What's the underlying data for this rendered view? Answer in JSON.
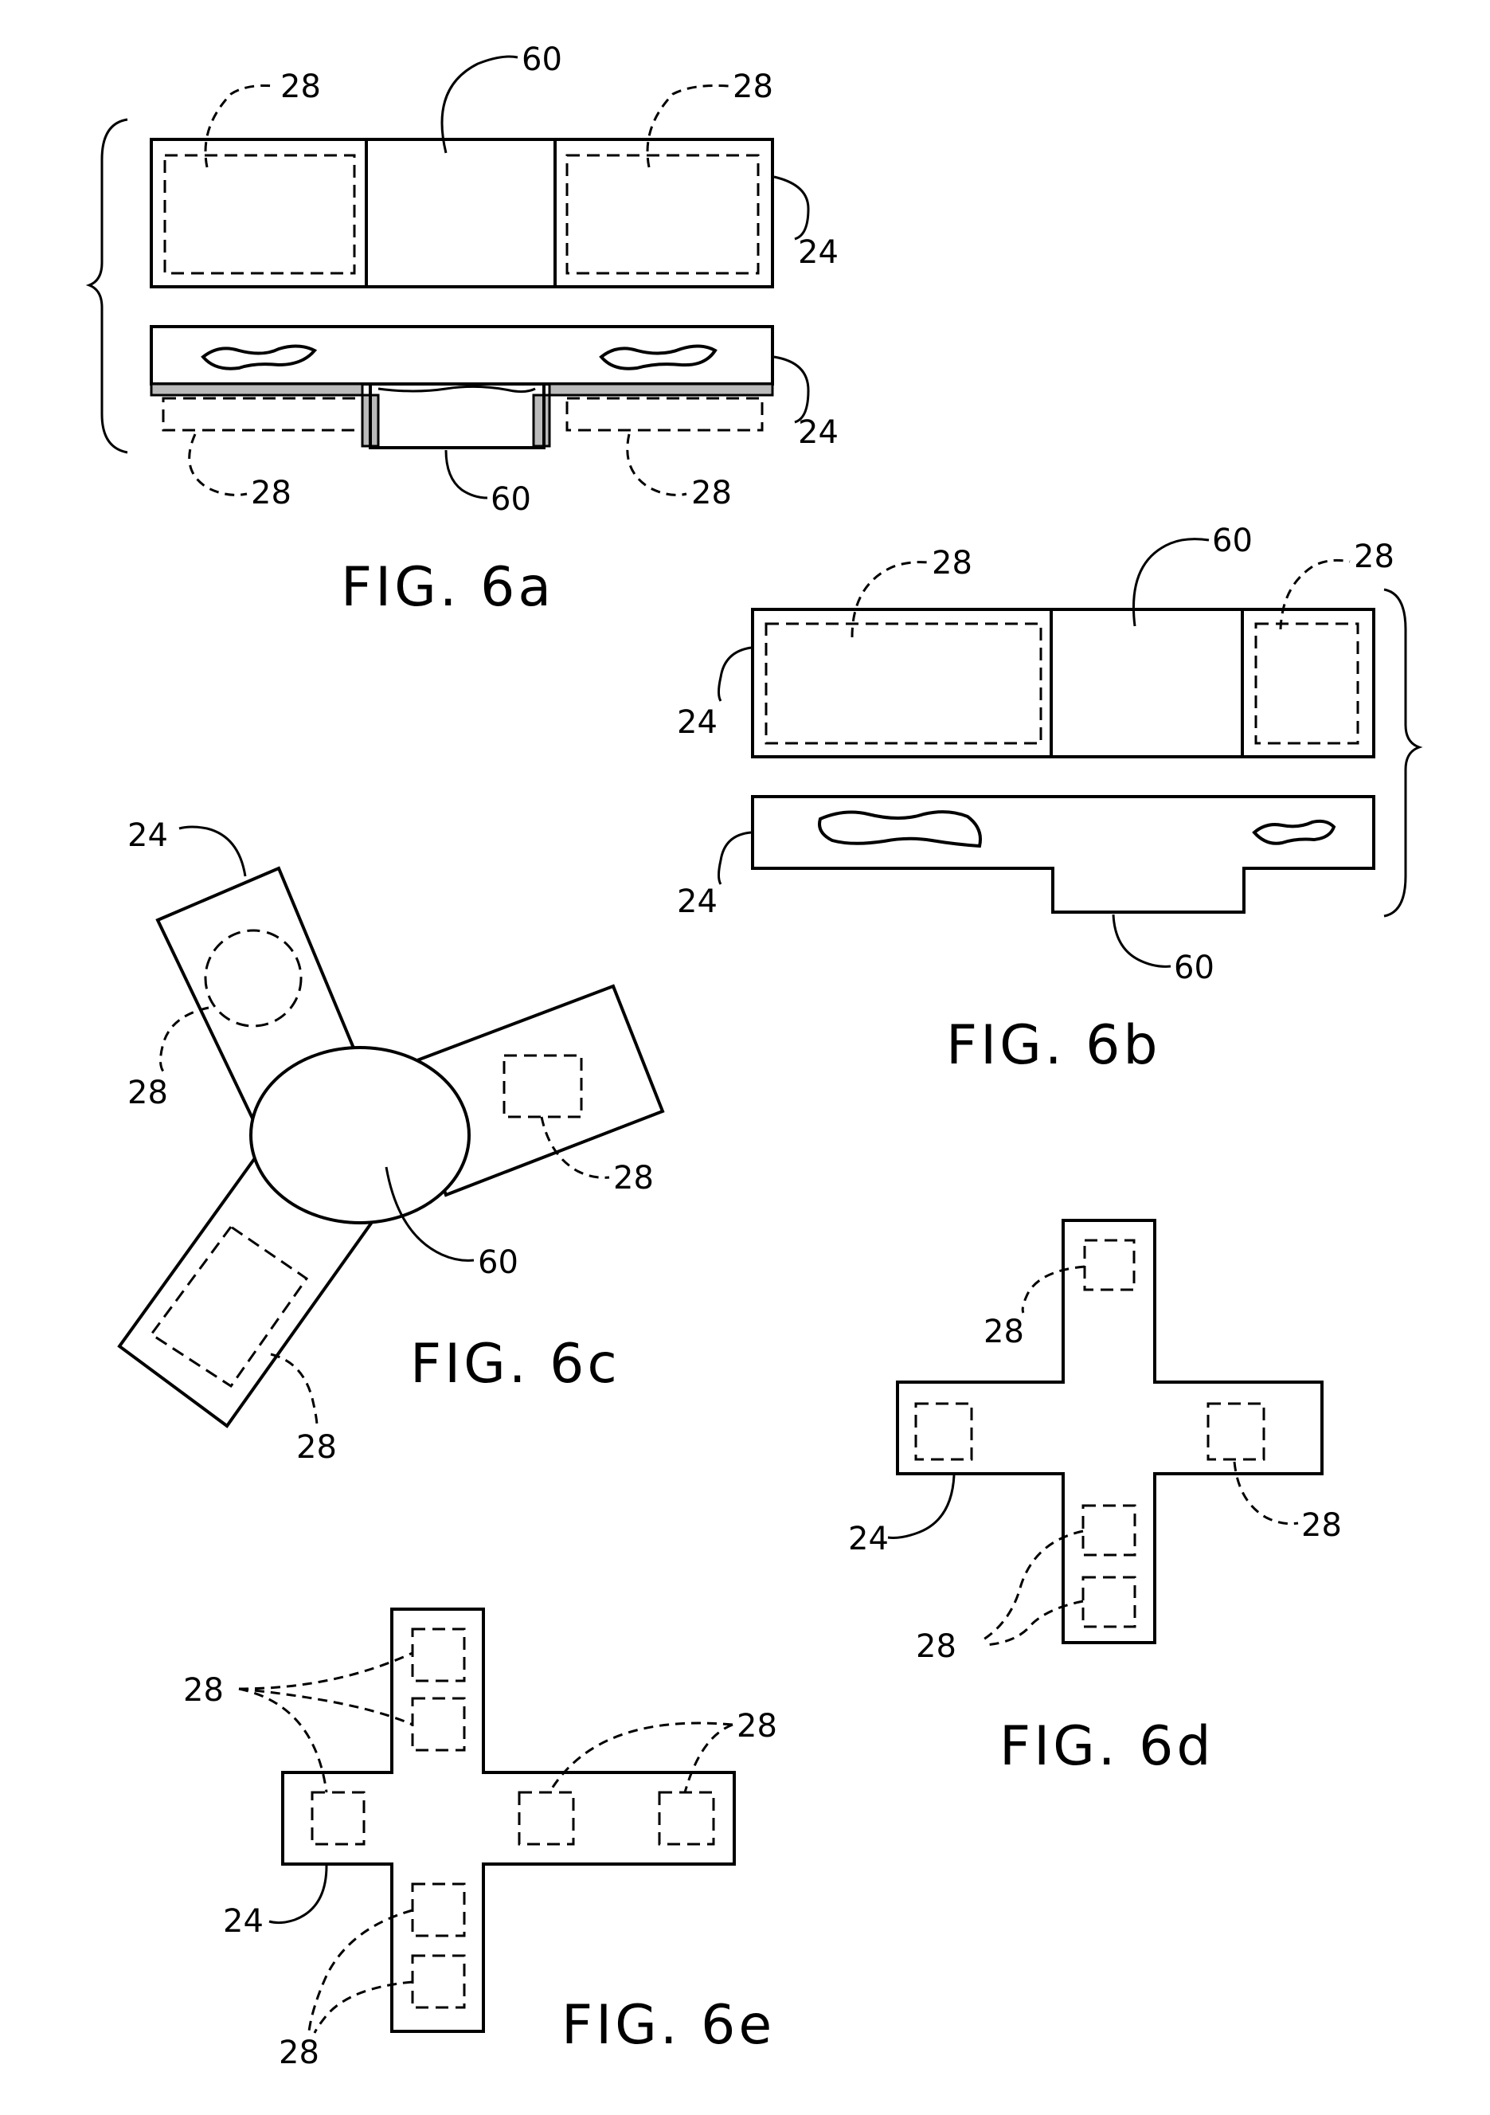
{
  "figures": [
    {
      "id": "6a",
      "caption": "FIG. 6a"
    },
    {
      "id": "6b",
      "caption": "FIG. 6b"
    },
    {
      "id": "6c",
      "caption": "FIG. 6c"
    },
    {
      "id": "6d",
      "caption": "FIG. 6d"
    },
    {
      "id": "6e",
      "caption": "FIG. 6e"
    }
  ],
  "refs": {
    "pad": "28",
    "substrate": "24",
    "hub": "60"
  }
}
